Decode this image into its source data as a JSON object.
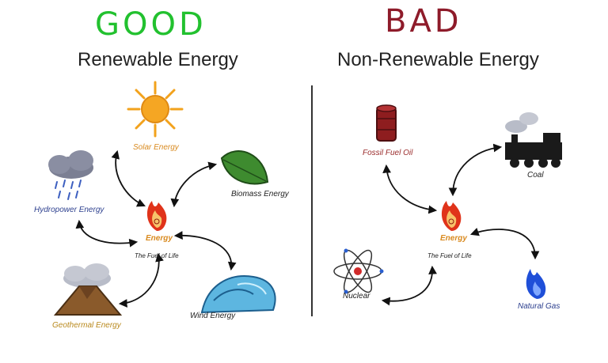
{
  "annotations": {
    "good": "GOOD",
    "bad": "BAD"
  },
  "renewable": {
    "title": "Renewable Energy",
    "center": {
      "label": "Energy",
      "sublabel": "The Fuel of Life"
    },
    "sources": {
      "solar": "Solar Energy",
      "biomass": "Biomass   Energy",
      "hydro": "Hydropower Energy",
      "geothermal": "Geothermal Energy",
      "wind": "Wind Energy"
    }
  },
  "nonrenewable": {
    "title": "Non-Renewable Energy",
    "center": {
      "label": "Energy",
      "sublabel": "The Fuel of Life"
    },
    "sources": {
      "oil": "Fossil Fuel Oil",
      "coal": "Coal",
      "nuclear": "Nuclear",
      "gas": "Natural Gas"
    }
  },
  "colors": {
    "good": "#22c12f",
    "bad": "#8e1b2a",
    "flame": "#e0331a",
    "sun": "#f2a21c"
  }
}
